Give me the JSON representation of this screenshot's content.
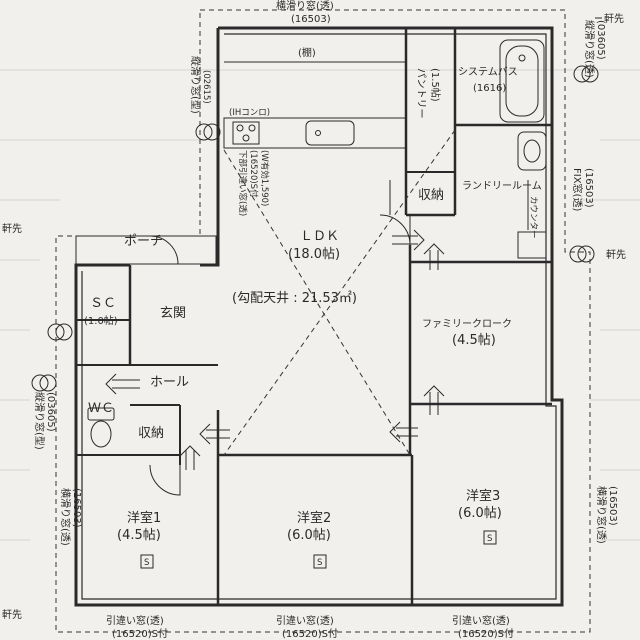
{
  "rooms": {
    "ldk": {
      "name": "ＬＤＫ",
      "area": "(18.0帖)",
      "ceiling": "(勾配天井 : 21.53㎡)"
    },
    "system_bath": {
      "name": "システムバス",
      "area": "(1616)"
    },
    "pantry": {
      "name": "パントリー",
      "area": "(1.5帖)"
    },
    "storage_kitchen": {
      "name": "収納"
    },
    "laundry": {
      "name": "ランドリールーム"
    },
    "counter": {
      "name": "カウンター"
    },
    "porch": {
      "name": "ポーチ"
    },
    "sc": {
      "name": "ＳＣ",
      "area": "(1.0帖)"
    },
    "entrance": {
      "name": "玄関"
    },
    "hall": {
      "name": "ホール"
    },
    "wc": {
      "name": "ＷＣ"
    },
    "storage_hall": {
      "name": "収納"
    },
    "family_closet": {
      "name": "ファミリークローク",
      "area": "(4.5帖)"
    },
    "room1": {
      "name": "洋室1",
      "area": "(4.5帖)"
    },
    "room2": {
      "name": "洋室2",
      "area": "(6.0帖)"
    },
    "room3": {
      "name": "洋室3",
      "area": "(6.0帖)"
    }
  },
  "fixtures": {
    "shelf": "(棚)",
    "ih": "(IHコンロ)",
    "socket_mark": "S"
  },
  "windows": {
    "top_window": {
      "label": "横滑り窓(透)",
      "code": "(16503)"
    },
    "right_top_window": {
      "label": "縦滑り窓(透)",
      "code": "(03605)"
    },
    "left_kitchen_window": {
      "label": "縦滑り窓(型)",
      "code": "(02615)"
    },
    "ldk_lower_window": {
      "label": "下部引違い窓(透)",
      "code": "(16520)S付",
      "note": "(W有効1,590)"
    },
    "laundry_fix_window": {
      "label": "FIX窓(透)",
      "code": "(16503)"
    },
    "left_wc_window": {
      "label": "縦滑り窓(型)",
      "code": "(03605)"
    },
    "left_room1_window": {
      "label": "横滑り窓(透)",
      "code": "(16503)"
    },
    "right_room3_window": {
      "label": "横滑り窓(透)",
      "code": "(16503)"
    },
    "bottom_room1_window": {
      "label": "引違い窓(透)",
      "code": "(16520)S付"
    },
    "bottom_room2_window": {
      "label": "引違い窓(透)",
      "code": "(16520)S付"
    },
    "bottom_room3_window": {
      "label": "引違い窓(透)",
      "code": "(16520)S付"
    }
  },
  "eaves": {
    "top_right": "軒先",
    "right": "軒先",
    "left": "軒先",
    "bottom_left": "軒先"
  }
}
